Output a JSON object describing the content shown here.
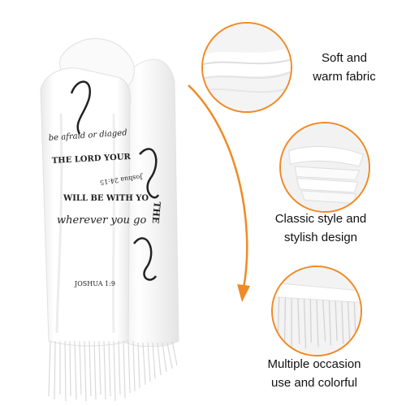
{
  "product": {
    "print_lines": [
      "be afraid or diaged",
      "THE LORD YOUR",
      "WILL BE WITH YO",
      "wherever you go",
      "JOSHUA 1:9"
    ],
    "print_lines_back": [
      "THE",
      "Joshua 24:15"
    ]
  },
  "features": [
    {
      "icon": "fabric-fold-icon",
      "label_line1": "Soft and",
      "label_line2": "warm fabric"
    },
    {
      "icon": "fabric-stack-icon",
      "label_line1": "Classic style and",
      "label_line2": "stylish design"
    },
    {
      "icon": "fringe-tassel-icon",
      "label_line1": "Multiple occasion",
      "label_line2": "use and colorful"
    }
  ],
  "colors": {
    "accent": "#f08a24",
    "text": "#111111",
    "scarf": "#ffffff",
    "scarf_shadow": "#e2e2e2",
    "print_ink": "#222222"
  }
}
